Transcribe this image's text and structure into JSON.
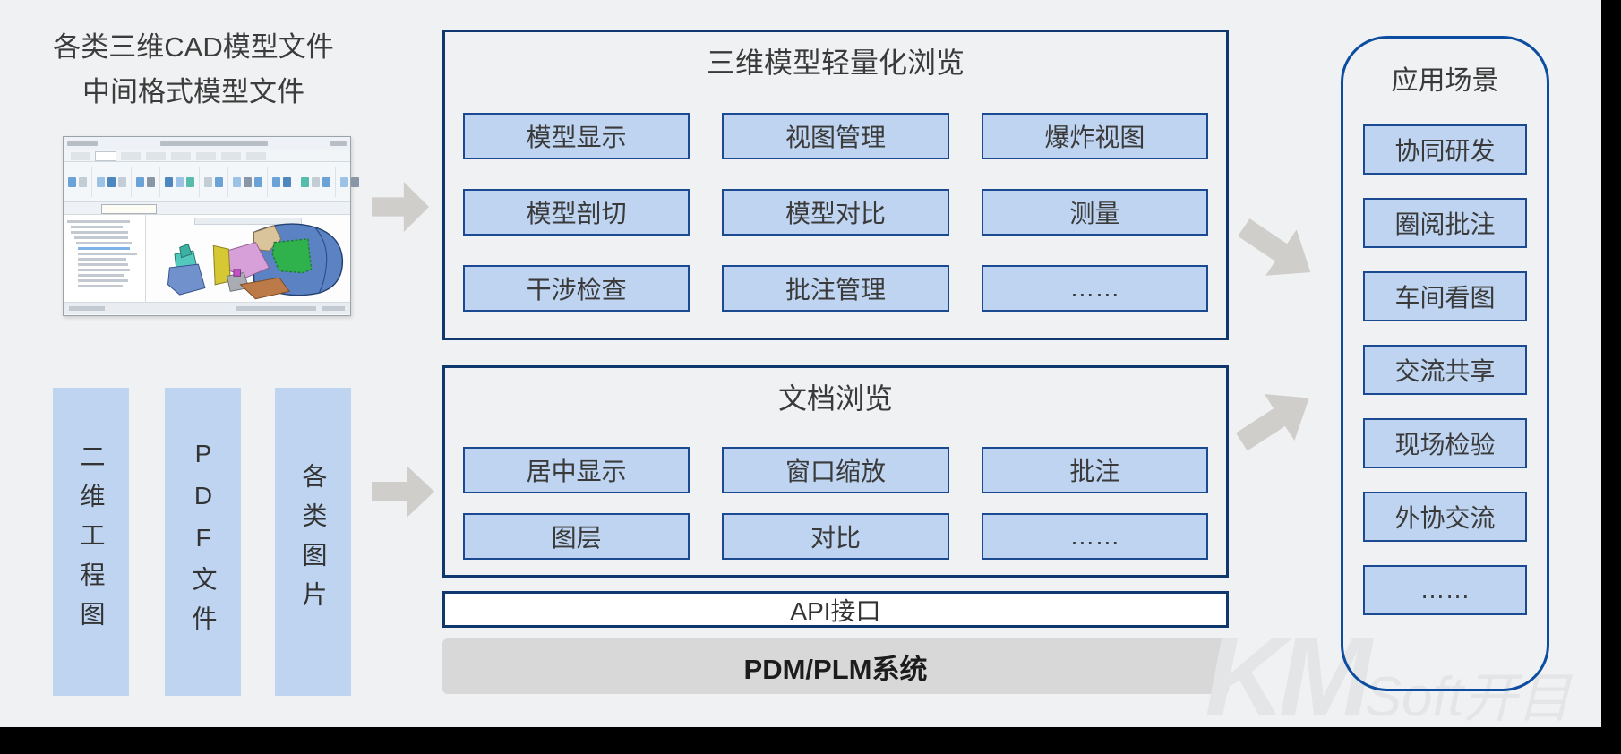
{
  "colors": {
    "background": "#f0f1f2",
    "frame": "#000000",
    "box_fill_blue": "#bed4f0",
    "button_border_blue": "#1c4a92",
    "container_border_navy": "#11376f",
    "panel_border_blue": "#0c4da2",
    "arrow_gray": "#cfcecb",
    "pdm_gray": "#d8d8d8",
    "text_dark": "#3a3a3a",
    "watermark_gray": "#e4e5e7"
  },
  "source_top": {
    "line1": "各类三维CAD模型文件",
    "line2": "中间格式模型文件"
  },
  "source_bars": [
    {
      "label": "二维工程图"
    },
    {
      "label": "PDF文件"
    },
    {
      "label": "各类图片"
    }
  ],
  "viewer3d": {
    "title": "三维模型轻量化浏览",
    "buttons": [
      "模型显示",
      "视图管理",
      "爆炸视图",
      "模型剖切",
      "模型对比",
      "测量",
      "干涉检查",
      "批注管理",
      "……"
    ]
  },
  "docviewer": {
    "title": "文档浏览",
    "buttons": [
      "居中显示",
      "窗口缩放",
      "批注",
      "图层",
      "对比",
      "……"
    ]
  },
  "api_bar": {
    "label": "API接口"
  },
  "pdm_bar": {
    "label": "PDM/PLM系统"
  },
  "scenarios": {
    "title": "应用场景",
    "items": [
      "协同研发",
      "圈阅批注",
      "车间看图",
      "交流共享",
      "现场检验",
      "外协交流",
      "……"
    ]
  },
  "watermark": {
    "km": "KM",
    "soft": "Soft",
    "kaimu": "开目"
  }
}
